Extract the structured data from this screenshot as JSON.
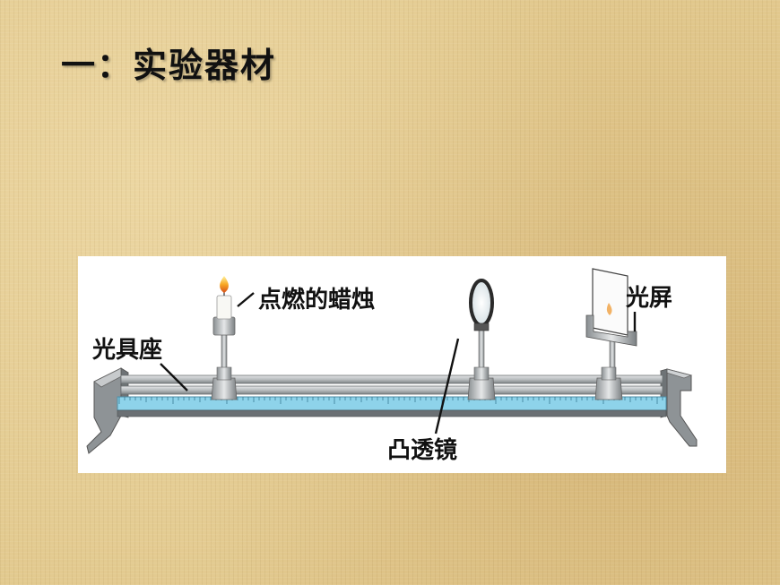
{
  "slide": {
    "title": "一：实验器材"
  },
  "diagram": {
    "labels": {
      "candle": "点燃的蜡烛",
      "screen": "光屏",
      "bench": "光具座",
      "lens": "凸透镜"
    },
    "colors": {
      "ruler": "#8ed3ea",
      "metal": "#9a9fa2",
      "flame": "#f39a1e"
    }
  }
}
